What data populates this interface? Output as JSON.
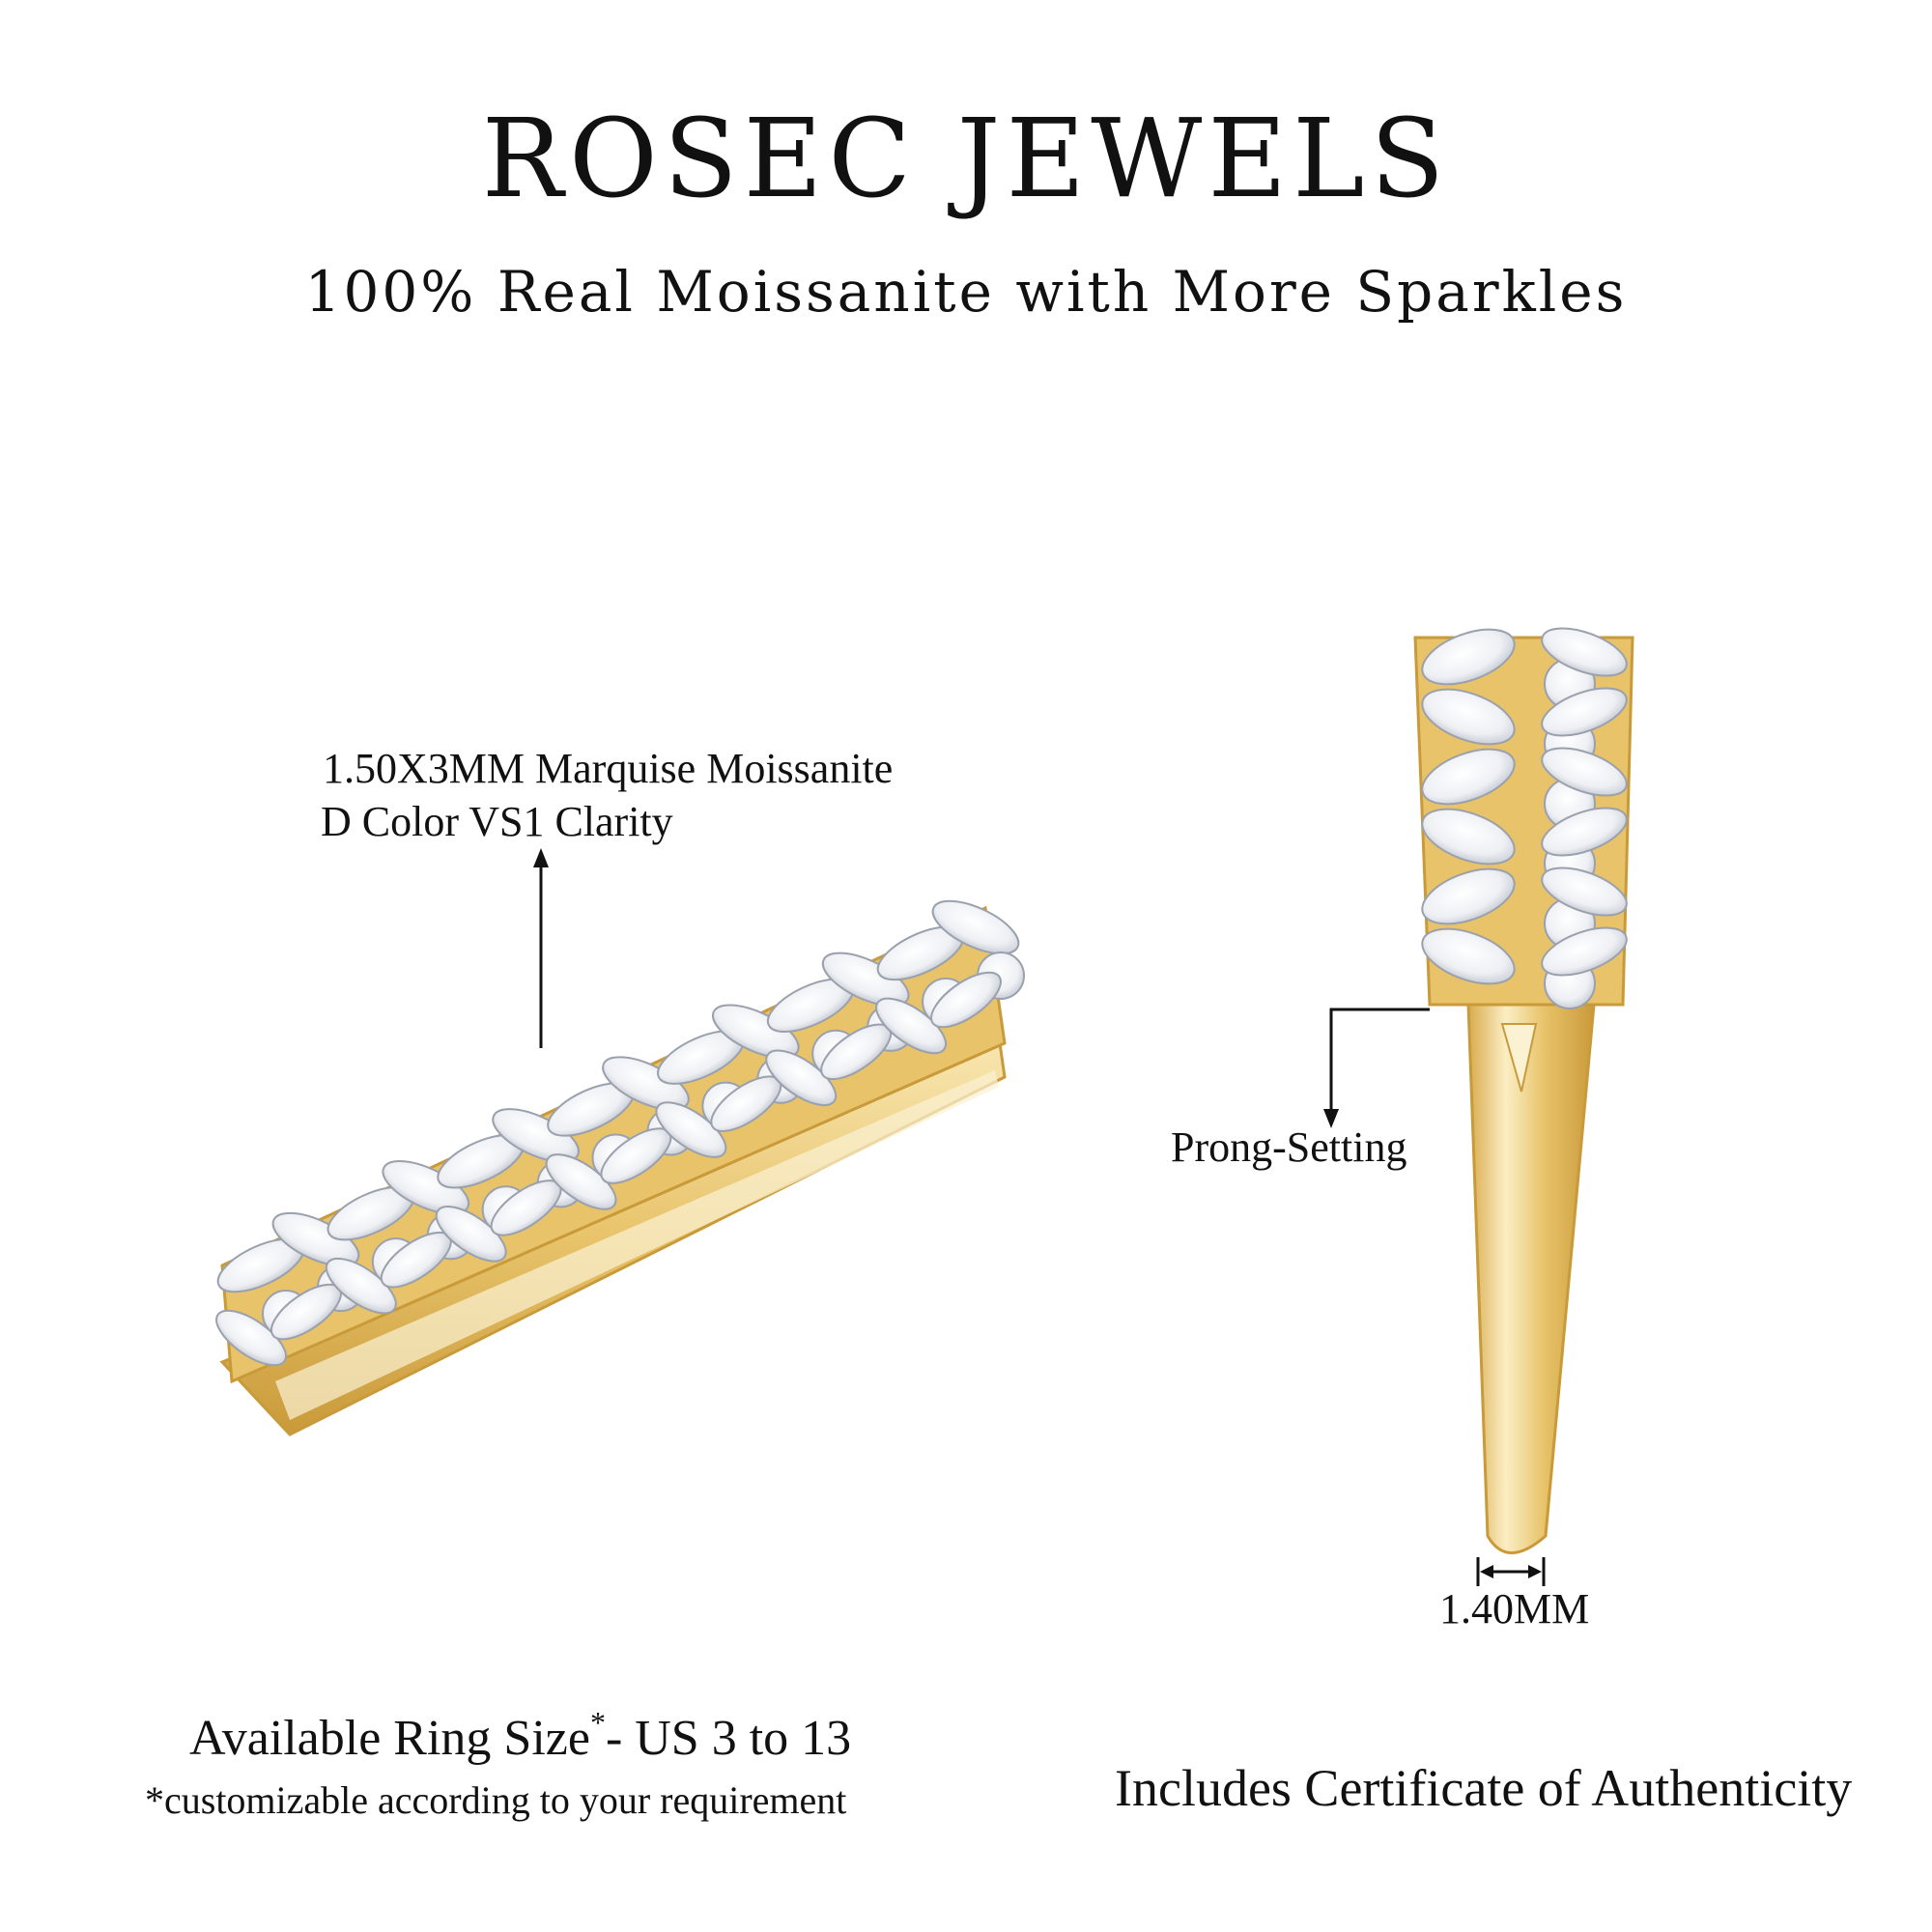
{
  "brand": {
    "name": "ROSEC JEWELS",
    "tagline": "100% Real Moissanite with More Sparkles"
  },
  "callouts": {
    "stone_line1": "1.50X3MM Marquise Moissanite",
    "stone_line2": "D Color VS1 Clarity",
    "setting": "Prong-Setting",
    "band_width": "1.40MM"
  },
  "footer": {
    "size_text": "Available Ring Size",
    "size_mark": "*",
    "size_range": "- US 3 to 13",
    "custom_note": "*customizable according to your requirement",
    "certificate": "Includes Certificate of Authenticity"
  },
  "colors": {
    "gold": "#e8c36a",
    "gold_dark": "#c99a3a",
    "gold_light": "#f8e6b0",
    "stone": "#f2f4f7",
    "stone_edge": "#b8bec8",
    "text": "#111111"
  }
}
